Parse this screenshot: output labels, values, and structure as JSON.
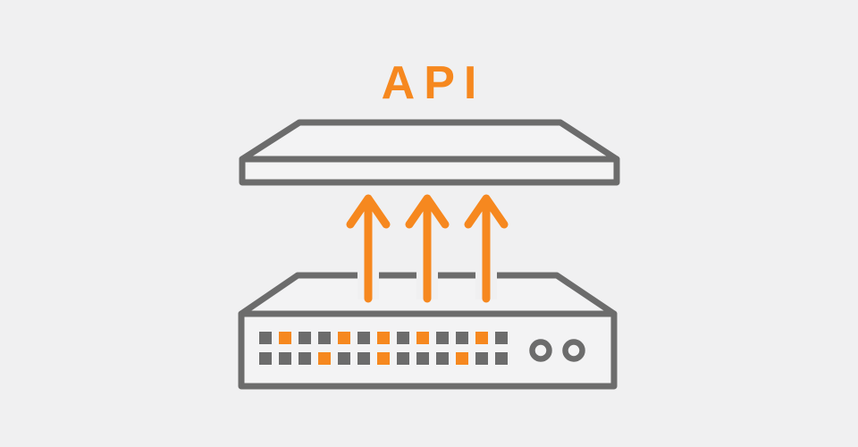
{
  "background_color": "#F0F0F1",
  "colors": {
    "orange": "#F6881F",
    "gray": "#6C6C6C",
    "shape_fill": "#F3F3F4"
  },
  "title": {
    "label": "API"
  },
  "diagram": {
    "arrows": {
      "count": 3,
      "direction": "up"
    },
    "switch": {
      "led_rows": [
        [
          "gray",
          "orange",
          "gray",
          "gray",
          "orange",
          "gray",
          "orange",
          "gray",
          "orange",
          "gray",
          "gray",
          "orange",
          "gray"
        ],
        [
          "gray",
          "gray",
          "gray",
          "orange",
          "gray",
          "gray",
          "orange",
          "gray",
          "gray",
          "gray",
          "orange",
          "gray",
          "gray"
        ]
      ],
      "circle_count": 2
    }
  }
}
